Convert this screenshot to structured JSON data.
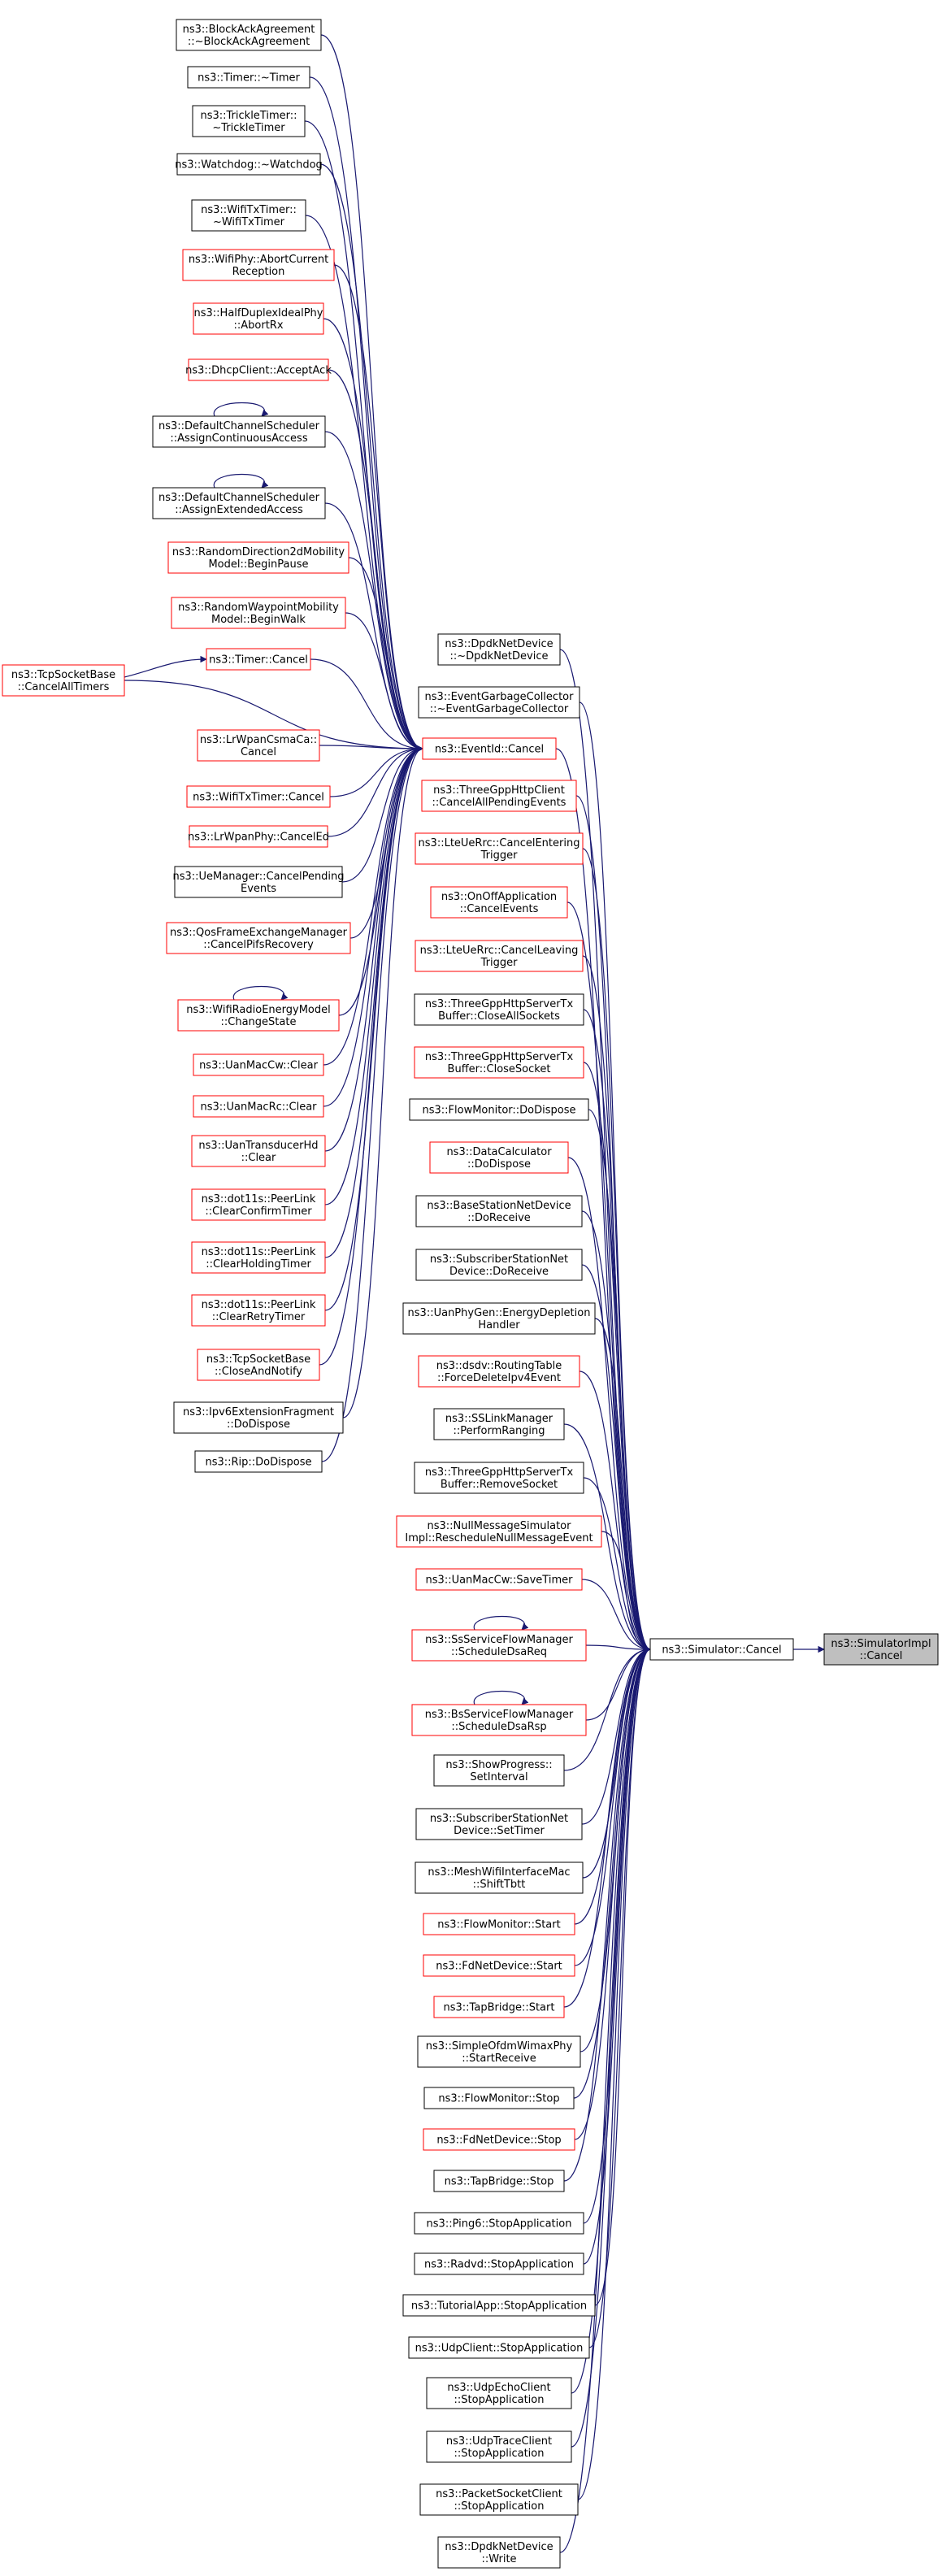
{
  "colors": {
    "edge": "#191970",
    "arrowhead": "#191970",
    "node_border_default": "#000000",
    "node_border_incomplete": "#ff0000",
    "node_fill_default": "#ffffff",
    "node_fill_focus": "#bfbfbf",
    "text": "#000000"
  },
  "diagram": {
    "type": "doxygen-caller-graph",
    "root": "root",
    "hub": "sim_cancel",
    "hub2": "evt_cancel",
    "nodes": [
      {
        "id": "root",
        "lines": [
          "ns3::SimulatorImpl",
          "::Cancel"
        ],
        "style": "focus"
      },
      {
        "id": "sim_cancel",
        "lines": [
          "ns3::Simulator::Cancel"
        ],
        "style": "normal"
      },
      {
        "id": "evt_cancel",
        "lines": [
          "ns3::EventId::Cancel"
        ],
        "style": "incomplete"
      },
      {
        "id": "timer_cancel",
        "lines": [
          "ns3::Timer::Cancel"
        ],
        "style": "incomplete"
      },
      {
        "id": "tcp_cancelall",
        "lines": [
          "ns3::TcpSocketBase",
          "::CancelAllTimers"
        ],
        "style": "incomplete"
      },
      {
        "id": "l1",
        "lines": [
          "ns3::BlockAckAgreement",
          "::~BlockAckAgreement"
        ],
        "style": "normal"
      },
      {
        "id": "l2",
        "lines": [
          "ns3::Timer::~Timer"
        ],
        "style": "normal"
      },
      {
        "id": "l3",
        "lines": [
          "ns3::TrickleTimer::",
          "~TrickleTimer"
        ],
        "style": "normal"
      },
      {
        "id": "l4",
        "lines": [
          "ns3::Watchdog::~Watchdog"
        ],
        "style": "normal"
      },
      {
        "id": "l5",
        "lines": [
          "ns3::WifiTxTimer::",
          "~WifiTxTimer"
        ],
        "style": "normal"
      },
      {
        "id": "l6",
        "lines": [
          "ns3::WifiPhy::AbortCurrent",
          "Reception"
        ],
        "style": "incomplete"
      },
      {
        "id": "l7",
        "lines": [
          "ns3::HalfDuplexIdealPhy",
          "::AbortRx"
        ],
        "style": "incomplete"
      },
      {
        "id": "l8",
        "lines": [
          "ns3::DhcpClient::AcceptAck"
        ],
        "style": "incomplete"
      },
      {
        "id": "l9",
        "lines": [
          "ns3::DefaultChannelScheduler",
          "::AssignContinuousAccess"
        ],
        "style": "normal",
        "selfloop": true
      },
      {
        "id": "l10",
        "lines": [
          "ns3::DefaultChannelScheduler",
          "::AssignExtendedAccess"
        ],
        "style": "normal",
        "selfloop": true
      },
      {
        "id": "l11",
        "lines": [
          "ns3::RandomDirection2dMobility",
          "Model::BeginPause"
        ],
        "style": "incomplete"
      },
      {
        "id": "l12",
        "lines": [
          "ns3::RandomWaypointMobility",
          "Model::BeginWalk"
        ],
        "style": "incomplete"
      },
      {
        "id": "l14",
        "lines": [
          "ns3::LrWpanCsmaCa::",
          "Cancel"
        ],
        "style": "incomplete"
      },
      {
        "id": "l15",
        "lines": [
          "ns3::WifiTxTimer::Cancel"
        ],
        "style": "incomplete"
      },
      {
        "id": "l16",
        "lines": [
          "ns3::LrWpanPhy::CancelEd"
        ],
        "style": "incomplete"
      },
      {
        "id": "l17",
        "lines": [
          "ns3::UeManager::CancelPending",
          "Events"
        ],
        "style": "normal"
      },
      {
        "id": "l18",
        "lines": [
          "ns3::QosFrameExchangeManager",
          "::CancelPifsRecovery"
        ],
        "style": "incomplete"
      },
      {
        "id": "l19",
        "lines": [
          "ns3::WifiRadioEnergyModel",
          "::ChangeState"
        ],
        "style": "incomplete",
        "selfloop": true
      },
      {
        "id": "l20",
        "lines": [
          "ns3::UanMacCw::Clear"
        ],
        "style": "incomplete"
      },
      {
        "id": "l21",
        "lines": [
          "ns3::UanMacRc::Clear"
        ],
        "style": "incomplete"
      },
      {
        "id": "l22",
        "lines": [
          "ns3::UanTransducerHd",
          "::Clear"
        ],
        "style": "incomplete"
      },
      {
        "id": "l23",
        "lines": [
          "ns3::dot11s::PeerLink",
          "::ClearConfirmTimer"
        ],
        "style": "incomplete"
      },
      {
        "id": "l24",
        "lines": [
          "ns3::dot11s::PeerLink",
          "::ClearHoldingTimer"
        ],
        "style": "incomplete"
      },
      {
        "id": "l25",
        "lines": [
          "ns3::dot11s::PeerLink",
          "::ClearRetryTimer"
        ],
        "style": "incomplete"
      },
      {
        "id": "l26",
        "lines": [
          "ns3::TcpSocketBase",
          "::CloseAndNotify"
        ],
        "style": "incomplete"
      },
      {
        "id": "l27",
        "lines": [
          "ns3::Ipv6ExtensionFragment",
          "::DoDispose"
        ],
        "style": "normal"
      },
      {
        "id": "l28",
        "lines": [
          "ns3::Rip::DoDispose"
        ],
        "style": "normal"
      },
      {
        "id": "m1",
        "lines": [
          "ns3::DpdkNetDevice",
          "::~DpdkNetDevice"
        ],
        "style": "normal"
      },
      {
        "id": "m2",
        "lines": [
          "ns3::EventGarbageCollector",
          "::~EventGarbageCollector"
        ],
        "style": "normal"
      },
      {
        "id": "m4",
        "lines": [
          "ns3::ThreeGppHttpClient",
          "::CancelAllPendingEvents"
        ],
        "style": "incomplete"
      },
      {
        "id": "m5",
        "lines": [
          "ns3::LteUeRrc::CancelEntering",
          "Trigger"
        ],
        "style": "incomplete"
      },
      {
        "id": "m6",
        "lines": [
          "ns3::OnOffApplication",
          "::CancelEvents"
        ],
        "style": "incomplete"
      },
      {
        "id": "m7",
        "lines": [
          "ns3::LteUeRrc::CancelLeaving",
          "Trigger"
        ],
        "style": "incomplete"
      },
      {
        "id": "m8",
        "lines": [
          "ns3::ThreeGppHttpServerTx",
          "Buffer::CloseAllSockets"
        ],
        "style": "normal"
      },
      {
        "id": "m9",
        "lines": [
          "ns3::ThreeGppHttpServerTx",
          "Buffer::CloseSocket"
        ],
        "style": "incomplete"
      },
      {
        "id": "m10",
        "lines": [
          "ns3::FlowMonitor::DoDispose"
        ],
        "style": "normal"
      },
      {
        "id": "m11",
        "lines": [
          "ns3::DataCalculator",
          "::DoDispose"
        ],
        "style": "incomplete"
      },
      {
        "id": "m12",
        "lines": [
          "ns3::BaseStationNetDevice",
          "::DoReceive"
        ],
        "style": "normal"
      },
      {
        "id": "m13",
        "lines": [
          "ns3::SubscriberStationNet",
          "Device::DoReceive"
        ],
        "style": "normal"
      },
      {
        "id": "m14",
        "lines": [
          "ns3::UanPhyGen::EnergyDepletion",
          "Handler"
        ],
        "style": "normal"
      },
      {
        "id": "m15",
        "lines": [
          "ns3::dsdv::RoutingTable",
          "::ForceDeleteIpv4Event"
        ],
        "style": "incomplete"
      },
      {
        "id": "m16",
        "lines": [
          "ns3::SSLinkManager",
          "::PerformRanging"
        ],
        "style": "normal"
      },
      {
        "id": "m17",
        "lines": [
          "ns3::ThreeGppHttpServerTx",
          "Buffer::RemoveSocket"
        ],
        "style": "normal"
      },
      {
        "id": "m18",
        "lines": [
          "ns3::NullMessageSimulator",
          "Impl::RescheduleNullMessageEvent"
        ],
        "style": "incomplete"
      },
      {
        "id": "m19",
        "lines": [
          "ns3::UanMacCw::SaveTimer"
        ],
        "style": "incomplete"
      },
      {
        "id": "m20",
        "lines": [
          "ns3::SsServiceFlowManager",
          "::ScheduleDsaReq"
        ],
        "style": "incomplete",
        "selfloop": true
      },
      {
        "id": "m21",
        "lines": [
          "ns3::BsServiceFlowManager",
          "::ScheduleDsaRsp"
        ],
        "style": "incomplete",
        "selfloop": true
      },
      {
        "id": "m22",
        "lines": [
          "ns3::ShowProgress::",
          "SetInterval"
        ],
        "style": "normal"
      },
      {
        "id": "m23",
        "lines": [
          "ns3::SubscriberStationNet",
          "Device::SetTimer"
        ],
        "style": "normal"
      },
      {
        "id": "m24",
        "lines": [
          "ns3::MeshWifiInterfaceMac",
          "::ShiftTbtt"
        ],
        "style": "normal"
      },
      {
        "id": "m25",
        "lines": [
          "ns3::FlowMonitor::Start"
        ],
        "style": "incomplete"
      },
      {
        "id": "m26",
        "lines": [
          "ns3::FdNetDevice::Start"
        ],
        "style": "incomplete"
      },
      {
        "id": "m27",
        "lines": [
          "ns3::TapBridge::Start"
        ],
        "style": "incomplete"
      },
      {
        "id": "m28",
        "lines": [
          "ns3::SimpleOfdmWimaxPhy",
          "::StartReceive"
        ],
        "style": "normal"
      },
      {
        "id": "m29",
        "lines": [
          "ns3::FlowMonitor::Stop"
        ],
        "style": "normal"
      },
      {
        "id": "m30",
        "lines": [
          "ns3::FdNetDevice::Stop"
        ],
        "style": "incomplete"
      },
      {
        "id": "m31",
        "lines": [
          "ns3::TapBridge::Stop"
        ],
        "style": "normal"
      },
      {
        "id": "m32",
        "lines": [
          "ns3::Ping6::StopApplication"
        ],
        "style": "normal"
      },
      {
        "id": "m33",
        "lines": [
          "ns3::Radvd::StopApplication"
        ],
        "style": "normal"
      },
      {
        "id": "m34",
        "lines": [
          "ns3::TutorialApp::StopApplication"
        ],
        "style": "normal"
      },
      {
        "id": "m35",
        "lines": [
          "ns3::UdpClient::StopApplication"
        ],
        "style": "normal"
      },
      {
        "id": "m36",
        "lines": [
          "ns3::UdpEchoClient",
          "::StopApplication"
        ],
        "style": "normal"
      },
      {
        "id": "m37",
        "lines": [
          "ns3::UdpTraceClient",
          "::StopApplication"
        ],
        "style": "normal"
      },
      {
        "id": "m38",
        "lines": [
          "ns3::PacketSocketClient",
          "::StopApplication"
        ],
        "style": "normal"
      },
      {
        "id": "m39",
        "lines": [
          "ns3::DpdkNetDevice",
          "::Write"
        ],
        "style": "normal"
      }
    ],
    "edges": [
      [
        "sim_cancel",
        "root"
      ],
      [
        "evt_cancel",
        "sim_cancel"
      ],
      [
        "timer_cancel",
        "evt_cancel"
      ],
      [
        "tcp_cancelall",
        "timer_cancel"
      ],
      [
        "tcp_cancelall",
        "evt_cancel"
      ],
      [
        "l1",
        "evt_cancel"
      ],
      [
        "l2",
        "evt_cancel"
      ],
      [
        "l3",
        "evt_cancel"
      ],
      [
        "l4",
        "evt_cancel"
      ],
      [
        "l5",
        "evt_cancel"
      ],
      [
        "l6",
        "evt_cancel"
      ],
      [
        "l7",
        "evt_cancel"
      ],
      [
        "l8",
        "evt_cancel"
      ],
      [
        "l9",
        "evt_cancel"
      ],
      [
        "l10",
        "evt_cancel"
      ],
      [
        "l11",
        "evt_cancel"
      ],
      [
        "l12",
        "evt_cancel"
      ],
      [
        "l14",
        "evt_cancel"
      ],
      [
        "l15",
        "evt_cancel"
      ],
      [
        "l16",
        "evt_cancel"
      ],
      [
        "l17",
        "evt_cancel"
      ],
      [
        "l18",
        "evt_cancel"
      ],
      [
        "l19",
        "evt_cancel"
      ],
      [
        "l20",
        "evt_cancel"
      ],
      [
        "l21",
        "evt_cancel"
      ],
      [
        "l22",
        "evt_cancel"
      ],
      [
        "l23",
        "evt_cancel"
      ],
      [
        "l24",
        "evt_cancel"
      ],
      [
        "l25",
        "evt_cancel"
      ],
      [
        "l26",
        "evt_cancel"
      ],
      [
        "l27",
        "evt_cancel"
      ],
      [
        "l28",
        "evt_cancel"
      ],
      [
        "m1",
        "sim_cancel"
      ],
      [
        "m2",
        "sim_cancel"
      ],
      [
        "m4",
        "sim_cancel"
      ],
      [
        "m5",
        "sim_cancel"
      ],
      [
        "m6",
        "sim_cancel"
      ],
      [
        "m7",
        "sim_cancel"
      ],
      [
        "m8",
        "sim_cancel"
      ],
      [
        "m9",
        "sim_cancel"
      ],
      [
        "m10",
        "sim_cancel"
      ],
      [
        "m11",
        "sim_cancel"
      ],
      [
        "m12",
        "sim_cancel"
      ],
      [
        "m13",
        "sim_cancel"
      ],
      [
        "m14",
        "sim_cancel"
      ],
      [
        "m15",
        "sim_cancel"
      ],
      [
        "m16",
        "sim_cancel"
      ],
      [
        "m17",
        "sim_cancel"
      ],
      [
        "m18",
        "sim_cancel"
      ],
      [
        "m19",
        "sim_cancel"
      ],
      [
        "m20",
        "sim_cancel"
      ],
      [
        "m21",
        "sim_cancel"
      ],
      [
        "m22",
        "sim_cancel"
      ],
      [
        "m23",
        "sim_cancel"
      ],
      [
        "m24",
        "sim_cancel"
      ],
      [
        "m25",
        "sim_cancel"
      ],
      [
        "m26",
        "sim_cancel"
      ],
      [
        "m27",
        "sim_cancel"
      ],
      [
        "m28",
        "sim_cancel"
      ],
      [
        "m29",
        "sim_cancel"
      ],
      [
        "m30",
        "sim_cancel"
      ],
      [
        "m31",
        "sim_cancel"
      ],
      [
        "m32",
        "sim_cancel"
      ],
      [
        "m33",
        "sim_cancel"
      ],
      [
        "m34",
        "sim_cancel"
      ],
      [
        "m35",
        "sim_cancel"
      ],
      [
        "m36",
        "sim_cancel"
      ],
      [
        "m37",
        "sim_cancel"
      ],
      [
        "m38",
        "sim_cancel"
      ],
      [
        "m39",
        "sim_cancel"
      ]
    ]
  }
}
